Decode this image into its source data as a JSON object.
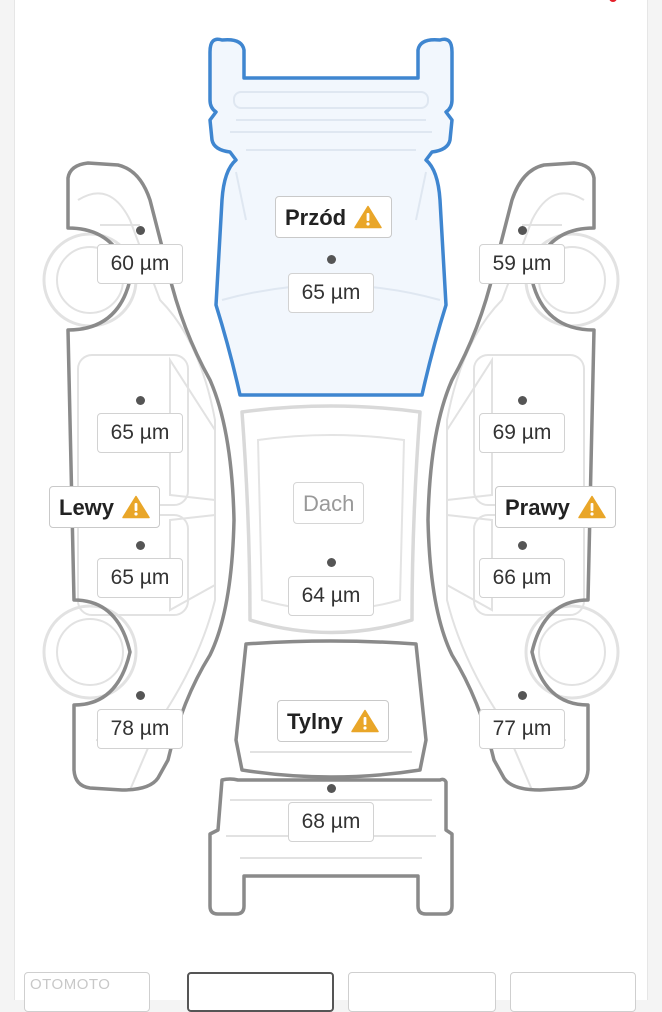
{
  "parts": {
    "front": {
      "label": "Przód",
      "warning": true,
      "measure": "65 µm"
    },
    "roof": {
      "label": "Dach",
      "measure": "64 µm"
    },
    "rear": {
      "label": "Tylny",
      "warning": true,
      "measure": "68 µm"
    },
    "left": {
      "label": "Lewy",
      "warning": true,
      "measures": [
        "60 µm",
        "65 µm",
        "65 µm",
        "78 µm"
      ]
    },
    "right": {
      "label": "Prawy",
      "warning": true,
      "measures": [
        "59 µm",
        "69 µm",
        "66 µm",
        "77 µm"
      ]
    }
  },
  "watermark": "OTOMOTO",
  "colors": {
    "outline": "#8a8a8a",
    "outline_light": "#d9d9d9",
    "selected": "#3f86d0",
    "selected_fill": "#f2f7fd",
    "warning": "#e9a629",
    "dot": "#555555"
  },
  "icons": {
    "warning": "warning-triangle-icon"
  }
}
